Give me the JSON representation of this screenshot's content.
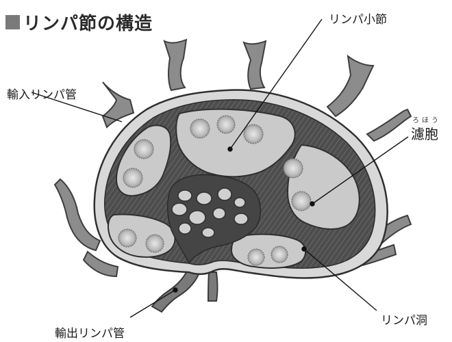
{
  "title": "リンパ節の構造",
  "labels": {
    "lymph_nodule": "リンパ小節",
    "afferent_vessel": "輸入リンパ管",
    "follicle": "濾胞",
    "follicle_ruby": "ろほう",
    "lymph_sinus": "リンパ洞",
    "efferent_vessel": "輸出リンパ管"
  },
  "colors": {
    "capsule": "#d6d6d6",
    "vessel": "#8c8c8c",
    "vessel_dark": "#5c5c5c",
    "compartment_fill": "#c9c9c9",
    "trabecula_dark": "#3a3a3a",
    "medulla": "#4a4a4a",
    "follicle": "#9a9a9a"
  }
}
